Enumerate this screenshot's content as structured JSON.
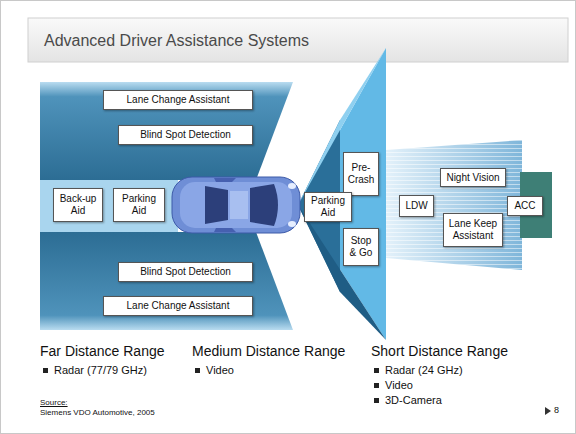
{
  "diagram": {
    "title": "Advanced Driver Assistance Systems",
    "nodes": [
      {
        "text": [
          "Lane Change Assistant"
        ]
      },
      {
        "text": [
          "Blind Spot Detection"
        ]
      },
      {
        "text": [
          "Back-up Aid"
        ]
      },
      {
        "text": [
          "Parking Aid"
        ]
      },
      {
        "text": [
          "Pre-Crash"
        ]
      },
      {
        "text": [
          "Parking Aid"
        ]
      },
      {
        "text": [
          "Stop & Go"
        ]
      },
      {
        "text": [
          "Night Vision"
        ]
      },
      {
        "text": [
          "LDW"
        ]
      },
      {
        "text": [
          "ACC"
        ]
      },
      {
        "text": [
          "Lane Keep Assistant"
        ]
      },
      {
        "text": [
          "Blind Spot Detection"
        ]
      },
      {
        "text": [
          "Lane Change Assistant"
        ]
      }
    ],
    "labels": [
      "Far Distance Range",
      "Radar (77/79 GHz)",
      "Medium Distance Range",
      "Video",
      "Short Distance Range",
      "Radar (24 GHz)",
      "Video",
      "3D-Camera",
      "Source:",
      "Siemens VDO Automotive, 2005",
      "8"
    ]
  }
}
